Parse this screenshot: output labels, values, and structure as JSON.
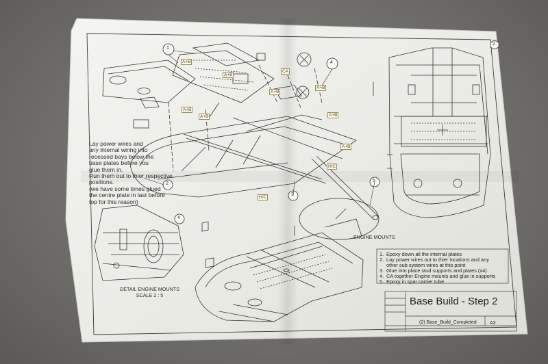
{
  "notes": {
    "wiring": "Lay power wires and\nany internal wiring into\nrecessed bays below the\nbase plates before you\nglue them in.\nRun them out to thier respective\npositions.\n(we have some times glued\nthe centre plate in last before\ntop for this reason)"
  },
  "labels": {
    "engine_mounts": "ENGINE MOUNTS",
    "detail": "DETAIL ENGINE MOUNTS\nSCALE 2 : 5"
  },
  "callouts": {
    "c1": "1",
    "c2": "2",
    "c2b": "2",
    "c3": "3",
    "c4": "4",
    "c4b": "4",
    "c5": "5"
  },
  "tags": {
    "ab": "A+B",
    "ca": "CA",
    "hc": "H/C"
  },
  "instructions": [
    {
      "n": "1.",
      "text": "Epoxy down all the internal plates"
    },
    {
      "n": "2.",
      "text": "Lay power wires out to thier locations and any"
    },
    {
      "n": "",
      "text": "other sub system wires at this  point"
    },
    {
      "n": "3.",
      "text": "Glue into place stud supports and plates (x4)"
    },
    {
      "n": "4.",
      "text": "CA together Engine mounts and glue in supports"
    },
    {
      "n": "5.",
      "text": "Epoxy in spar carrier tube"
    }
  ],
  "title_block": {
    "title": "Base Build - Step 2",
    "drawing": "(2) Base_Build_Completed",
    "size": "A3"
  }
}
